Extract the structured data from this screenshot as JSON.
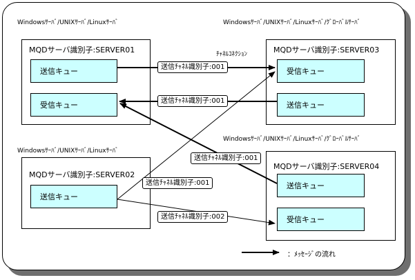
{
  "os_labels": {
    "tl": "Windowsｻｰﾊﾞ/UNIXｻｰﾊﾞ/Linuxｻｰﾊﾞ",
    "tr": "Windowsｻｰﾊﾞ/UNIXｻｰﾊﾞ/Linuxｻｰﾊﾞ/ｸﾞﾛｰﾊﾞﾙｻｰﾊﾞ",
    "ml": "Windowsｻｰﾊﾞ/UNIXｻｰﾊﾞ/Linuxｻｰﾊﾞ",
    "mr": "Windowsｻｰﾊﾞ/UNIXｻｰﾊﾞ/Linuxｻｰﾊﾞ/ｸﾞﾛｰﾊﾞﾙｻｰﾊﾞ"
  },
  "servers": {
    "s01": {
      "title": "MQDサーバ識別子:SERVER01",
      "q1": "送信キュー",
      "q2": "受信キュー"
    },
    "s02": {
      "title": "MQDサーバ識別子:SERVER02",
      "q1": "送信キュー"
    },
    "s03": {
      "title": "MQDサーバ識別子:SERVER03",
      "q1": "受信キュー",
      "q2": "送信キュー"
    },
    "s04": {
      "title": "MQDサーバ識別子:SERVER04",
      "q1": "送信キュー",
      "q2": "受信キュー"
    }
  },
  "connections": {
    "c1": "送信ﾁｬﾈﾙ識別子:001",
    "c2": "送信ﾁｬﾈﾙ識別子:001",
    "c3": "送信ﾁｬﾈﾙ識別子:001",
    "c4": "送信ﾁｬﾈﾙ識別子:001",
    "c5": "送信ﾁｬﾈﾙ識別子:002"
  },
  "channel_connection_label": "ﾁｬﾈﾙｺﾈｸｼｮﾝ",
  "legend": {
    "text": "：ﾒｯｾｰｼﾞの流れ"
  }
}
